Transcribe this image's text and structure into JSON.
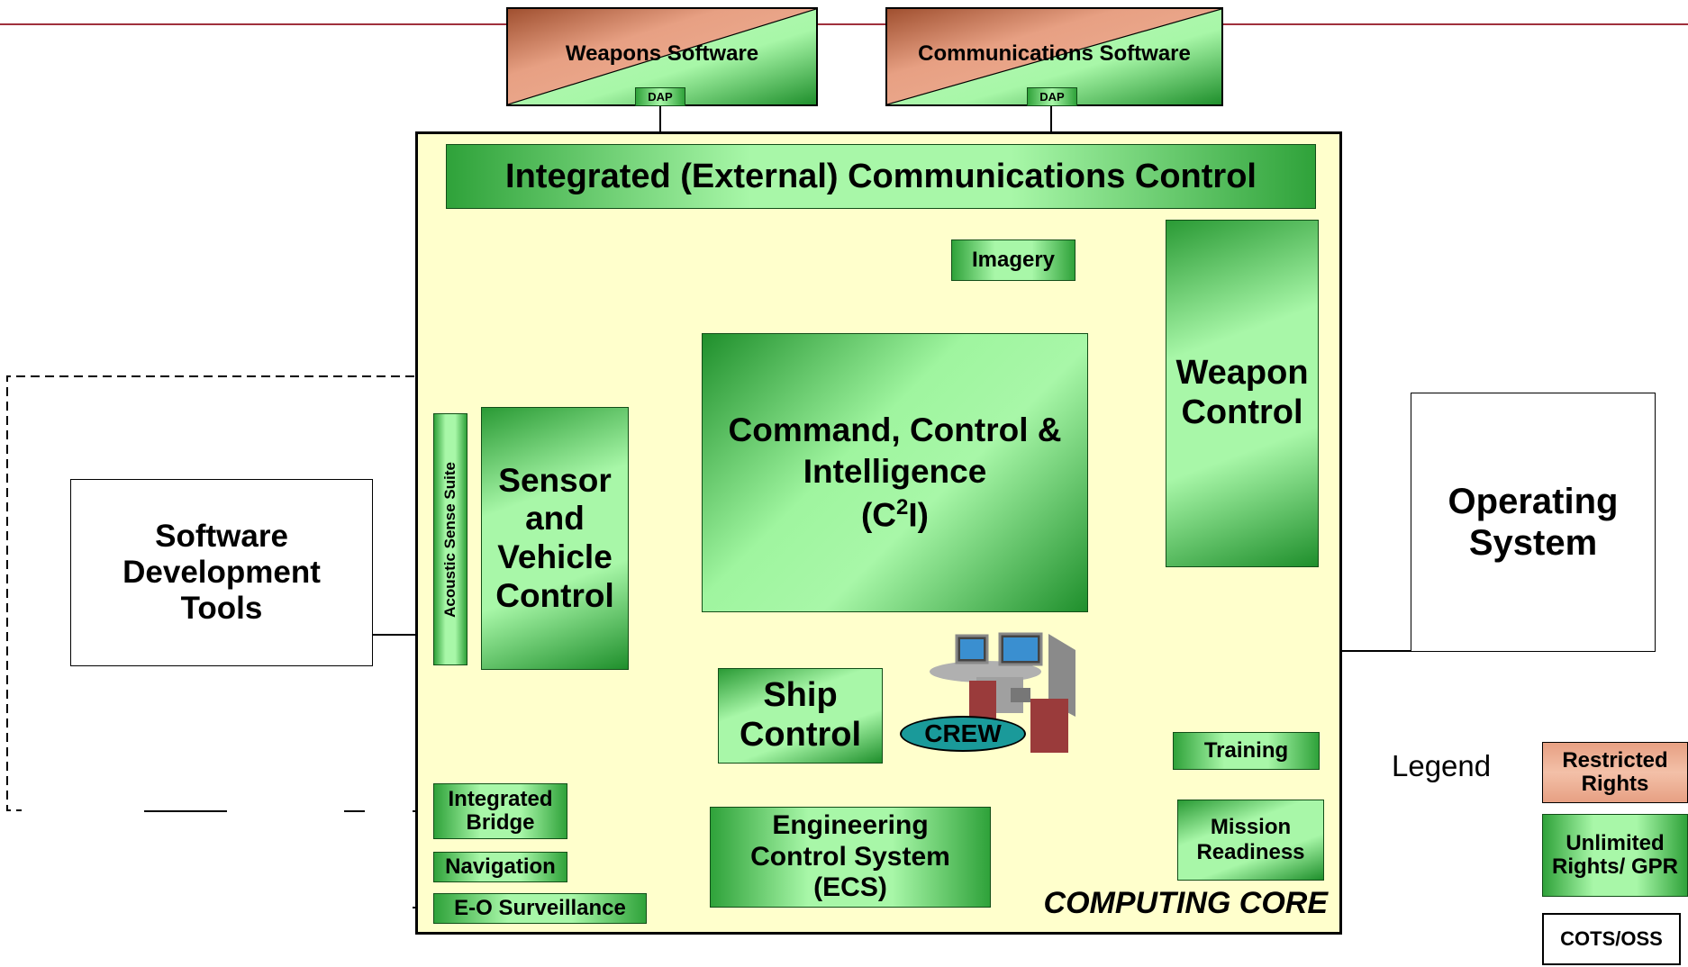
{
  "top": {
    "weapons_software": "Weapons Software",
    "communications_software": "Communications Software",
    "dap": "DAP"
  },
  "core": {
    "label": "COMPUTING CORE",
    "external_comms": "Integrated (External) Communications Control",
    "imagery": "Imagery",
    "weapon_control": "Weapon Control",
    "c2i_line1": "Command, Control &",
    "c2i_line2": "Intelligence",
    "c2i_line3_pre": "(C",
    "c2i_sup": "2",
    "c2i_line3_post": "I)",
    "sensor_vehicle": "Sensor and Vehicle Control",
    "acoustic": "Acoustic Sense Suite",
    "ship_control": "Ship Control",
    "crew": "CREW",
    "training": "Training",
    "mission_readiness": "Mission Readiness",
    "engineering": "Engineering Control System (ECS)",
    "integrated_bridge": "Integrated Bridge",
    "navigation": "Navigation",
    "eo_surveillance": "E-O Surveillance"
  },
  "external": {
    "software_dev_tools": "Software Development Tools",
    "operating_system": "Operating System"
  },
  "legend": {
    "title": "Legend",
    "restricted": "Restricted Rights",
    "unlimited": "Unlimited Rights/ GPR",
    "cots": "COTS/OSS"
  },
  "colors": {
    "restricted": "#e7a083",
    "unlimited": "#a8f7a8",
    "core_bg": "#ffffcc",
    "top_rule": "#a0303c"
  }
}
